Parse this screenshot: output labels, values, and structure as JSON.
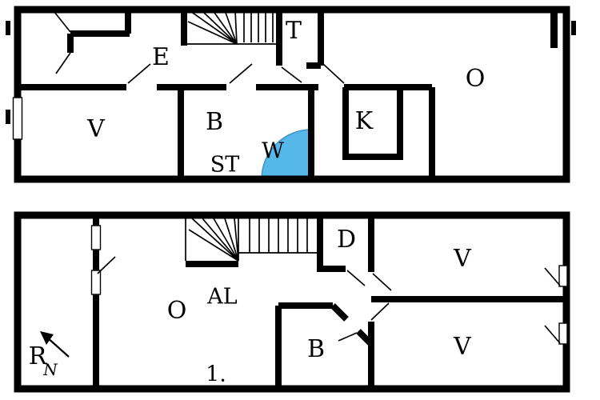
{
  "document_type": "floor plan, two levels",
  "colors": {
    "wall": "#000000",
    "shower_fill": "#56b8e8",
    "shower_stroke": "#3c92c7",
    "background": "#ffffff"
  },
  "upper_floor": {
    "rooms": {
      "entry": "E",
      "toilet": "T",
      "living": "O",
      "bedroom": "V",
      "bath": "B",
      "hall": "ST",
      "shower": "W",
      "kitchen": "K"
    }
  },
  "lower_floor": {
    "rooms": {
      "dressing": "D",
      "bedroom_top": "V",
      "family": "AL",
      "open": "O",
      "bath": "B",
      "bedroom_bottom": "V",
      "storage": "R"
    },
    "floor_number": "1.",
    "compass_north": "N"
  }
}
